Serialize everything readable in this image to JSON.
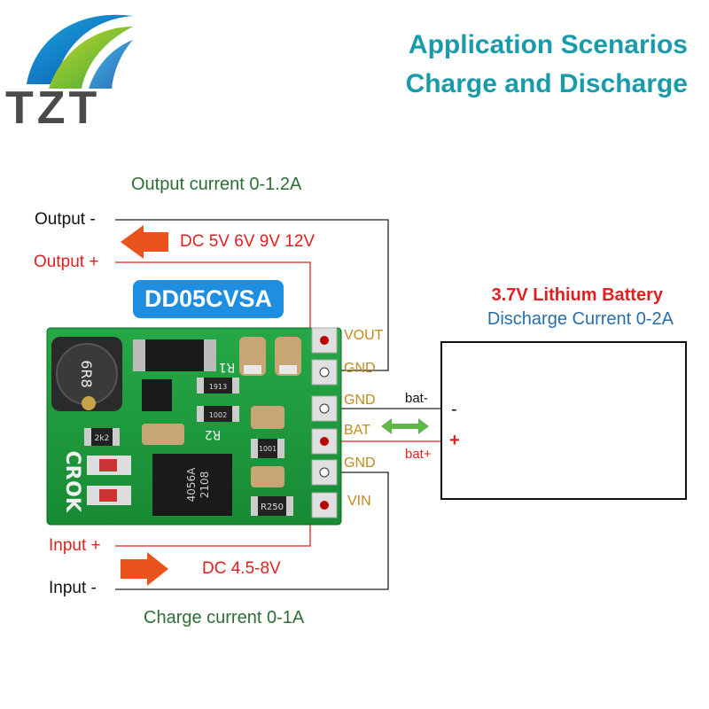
{
  "logo": {
    "text": "TZT"
  },
  "header": {
    "line1": "Application Scenarios",
    "line2": "Charge and Discharge"
  },
  "output_section": {
    "current_label": "Output current 0-1.2A",
    "minus_label": "Output -",
    "plus_label": "Output +",
    "voltage_label": "DC 5V 6V 9V 12V"
  },
  "module": {
    "name": "DD05CVSA",
    "silkscreen": [
      "R1",
      "R2",
      "CR",
      "OK",
      "6R8",
      "4056A",
      "2108",
      "R250",
      "1001",
      "1002",
      "1913",
      "2k2"
    ],
    "pins": [
      "VOUT",
      "GND",
      "GND",
      "BAT",
      "GND",
      "VIN"
    ]
  },
  "battery": {
    "title": "3.7V Lithium Battery",
    "subtitle": "Discharge Current 0-2A",
    "neg_label": "bat-",
    "pos_label": "bat+",
    "neg_sign": "-",
    "pos_sign": "+"
  },
  "input_section": {
    "plus_label": "Input +",
    "minus_label": "Input -",
    "voltage_label": "DC 4.5-8V",
    "current_label": "Charge current 0-1A"
  },
  "colors": {
    "title_teal": "#1a9bab",
    "label_green": "#2e6e34",
    "label_red": "#e02020",
    "pin_gold": "#c08a1a",
    "badge_blue": "#1e8fe0",
    "pcb_green": "#1f9a3e",
    "arrow_orange": "#e8541c",
    "arrow_green": "#5fb84a"
  }
}
